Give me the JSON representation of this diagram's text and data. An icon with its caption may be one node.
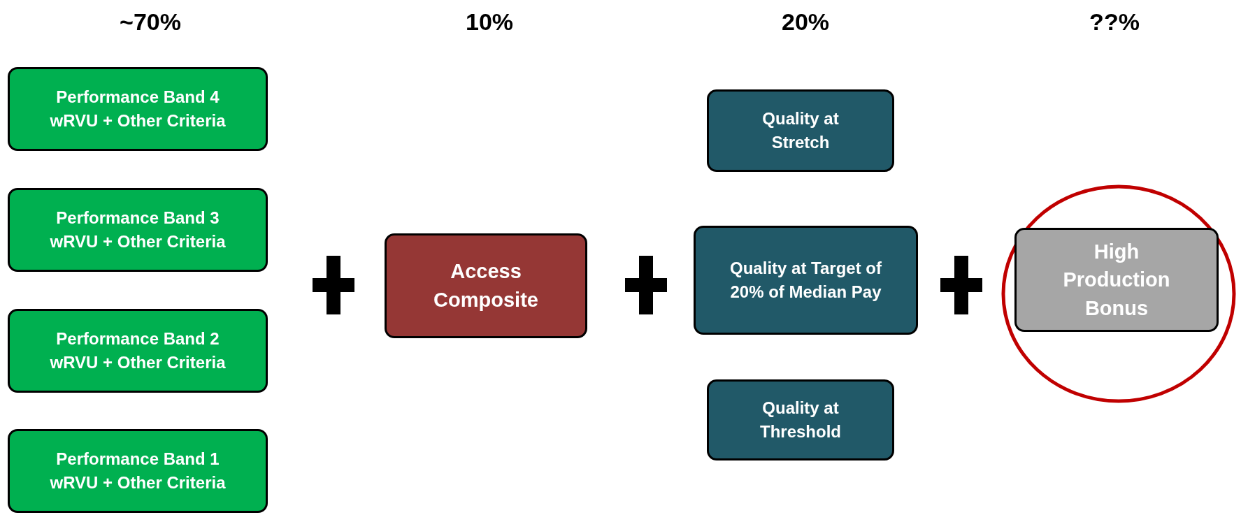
{
  "diagram": {
    "nodes": [
      {
        "text": [
          "Performance Band 4 wRVU + Other Criteria"
        ]
      },
      {
        "text": [
          "Performance Band 3 wRVU + Other Criteria"
        ]
      },
      {
        "text": [
          "Performance Band 2 wRVU + Other Criteria"
        ]
      },
      {
        "text": [
          "Performance Band 1 wRVU + Other Criteria"
        ]
      },
      {
        "text": [
          "Access Composite"
        ]
      },
      {
        "text": [
          "Quality at Stretch"
        ]
      },
      {
        "text": [
          "Quality at Target of 20% of Median Pay"
        ]
      },
      {
        "text": [
          "Quality at Threshold"
        ]
      },
      {
        "text": [],
        "shape": "circle"
      },
      {
        "text": [
          "High Production Bonus"
        ],
        "in": 8
      }
    ],
    "edges": [],
    "labels": [
      "~70%",
      "10%",
      "20%",
      "??%"
    ]
  }
}
